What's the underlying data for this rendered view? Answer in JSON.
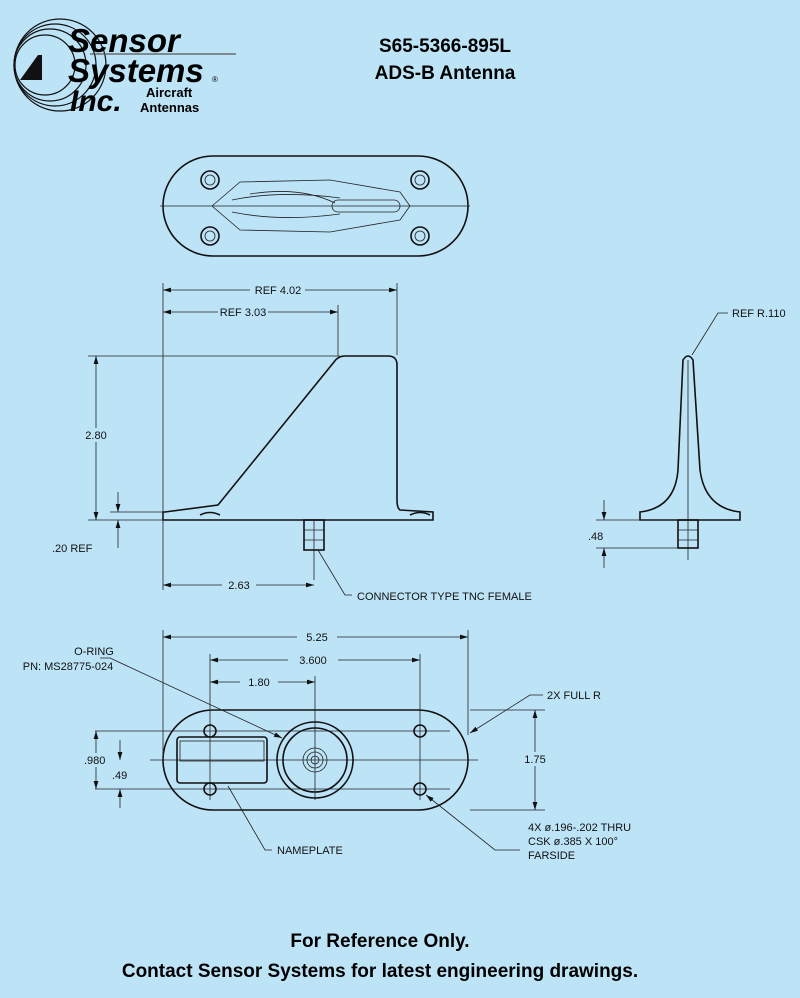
{
  "logo": {
    "line1": "Sensor",
    "line2": "Systems",
    "line3": "Inc.",
    "sub1": "Aircraft",
    "sub2": "Antennas",
    "reg": "®"
  },
  "header": {
    "part_number": "S65-5366-895L",
    "product": "ADS-B Antenna"
  },
  "side_view": {
    "ref_402": "REF 4.02",
    "ref_303": "REF 3.03",
    "height": "2.80",
    "base_ref": ".20 REF",
    "conn_offset": "2.63",
    "connector": "CONNECTOR TYPE TNC FEMALE"
  },
  "end_view": {
    "tip_radius": "REF R.110",
    "base_height": ".48"
  },
  "bottom_view": {
    "length": "5.25",
    "hole_spacing": "3.600",
    "half_spacing": "1.80",
    "oring_line1": "O-RING",
    "oring_line2": "PN: MS28775-024",
    "full_r": "2X FULL R",
    "width": "1.75",
    "hole_span": ".980",
    "half_span": ".49",
    "holes_line1": "4X ø.196-.202 THRU",
    "holes_line2": "CSK ø.385 X 100°",
    "holes_line3": "FARSIDE",
    "nameplate": "NAMEPLATE"
  },
  "footer": {
    "line1": "For Reference Only.",
    "line2": "Contact Sensor Systems for latest engineering drawings."
  }
}
